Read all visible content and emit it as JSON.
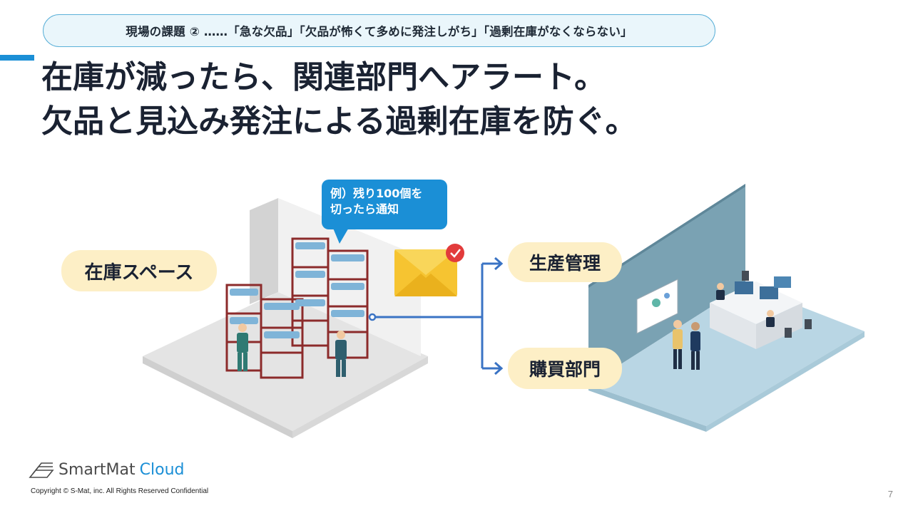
{
  "header": {
    "topic": "現場の課題 ② ……「急な欠品」「欠品が怖くて多めに発注しがち」「過剰在庫がなくならない」"
  },
  "headline": {
    "line1": "在庫が減ったら、関連部門へアラート。",
    "line2": "欠品と見込み発注による過剰在庫を防ぐ。"
  },
  "diagram": {
    "stock_label": "在庫スペース",
    "bubble_line1": "例）残り100個を",
    "bubble_line2": "切ったら通知",
    "targets": [
      {
        "label": "生産管理"
      },
      {
        "label": "購買部門"
      }
    ],
    "icons": [
      "mail-icon",
      "check-icon",
      "arrow-right-icon",
      "warehouse-illustration",
      "office-illustration"
    ]
  },
  "footer": {
    "brand_smart": "SmartMat",
    "brand_cloud": "Cloud",
    "copyright": "Copyright © S-Mat, inc. All Rights Reserved Confidential",
    "page_number": "7"
  },
  "colors": {
    "accent": "#1b8fd6",
    "pill_bg": "#fdefc6",
    "topic_border": "#5bb0d8",
    "arrow": "#3a73c4",
    "envelope": "#f6c431",
    "check_badge": "#e23b3b"
  }
}
